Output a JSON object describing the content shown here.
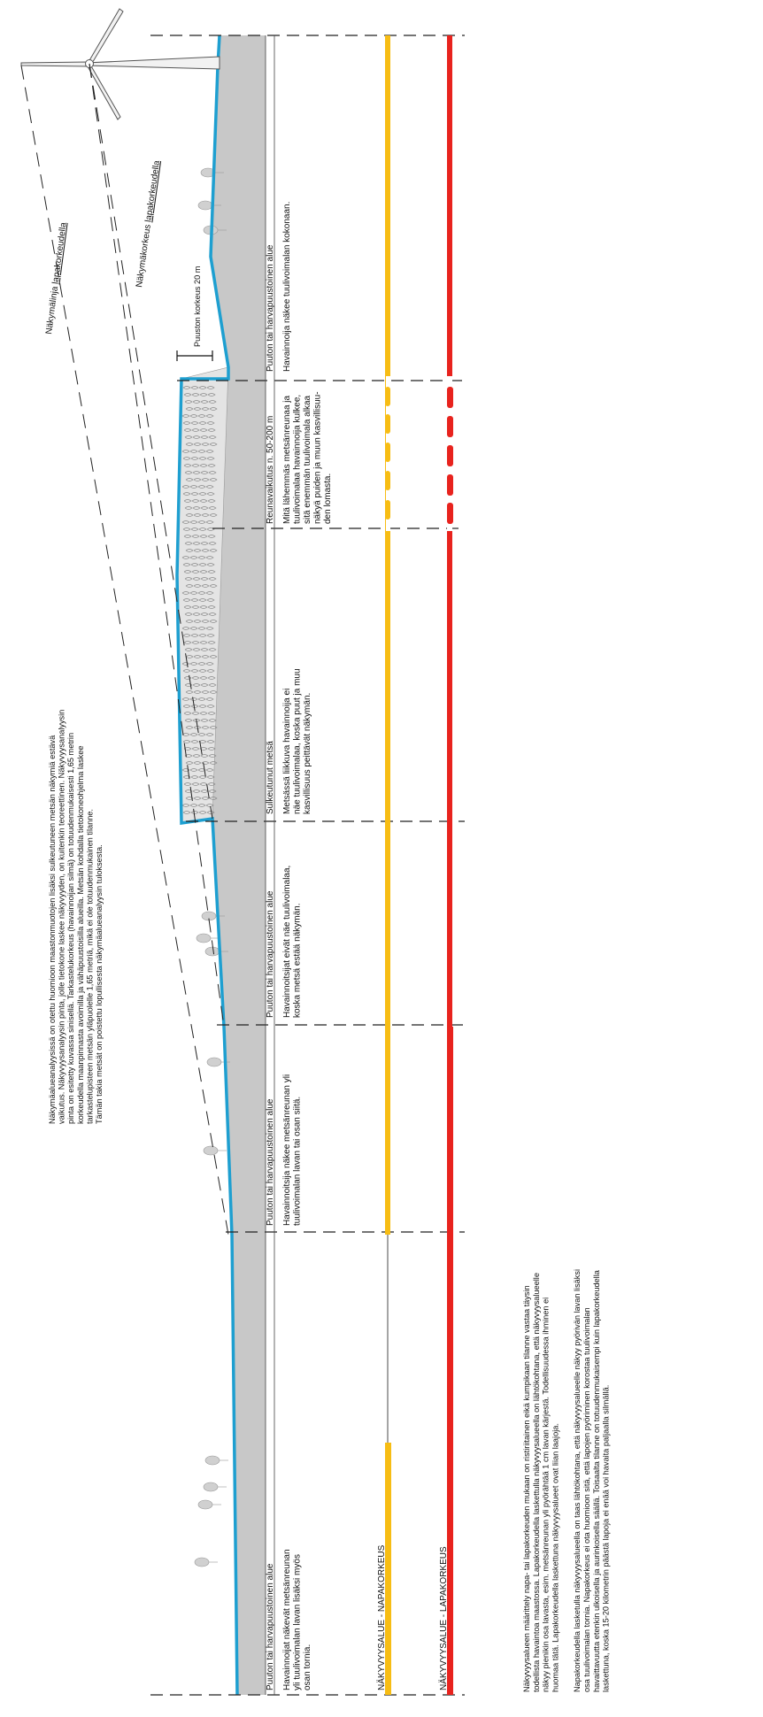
{
  "intro_text": [
    "Näkymäalueanalyysissä on otettu huomioon maastonmuotojen lisäksi sulkeutuneen metsän näkymiä estävä",
    "vaikutus. Näkyvyysanalyysin pinta, jolle tietokone laskee näkyvyyden, on kuitenkin teoreettinen. Näkyvyysanalyysin",
    "pinta on esitetty kuvassa sinisellä. Tarkastelukorkeus (havainnoijan silmä) on totuudenmukaisesti 1,65 metrin",
    "korkeudella maanpinnasta avoimilla ja vähäpuustoisilla alueilla. Metsän kohdalla tietokoneohjelma laskee",
    "tarkastelupisteen metsän yläpuolelle 1,65 metriä, mikä ei ole totuudenmukainen tilanne.",
    "Tämän takia metsät on poistettu lopullisesta näkymäalueanalyysin tuloksesta."
  ],
  "sightlines": {
    "hub_label_prefix": "Näkymälinja ",
    "hub_label_underlined": "lapakorkeudella",
    "blade_label_prefix": "Näkymäkorkeus ",
    "blade_label_underlined": "lapakorkeudella"
  },
  "tree_height_label": "Puuston korkeus 20 m",
  "zones": [
    {
      "title": "Puuton tai harvapuustoinen alue",
      "desc": [
        "Havainnoijat näkevät metsänreunan",
        "yli tuulivoimalan lavan lisäksi myös",
        "osan tornia."
      ]
    },
    {
      "title": "Puuton tai harvapuustoinen alue",
      "desc": [
        "Havainnoitsija näkee metsänreunan yli",
        "tuulivoimalan lavan tai osan siitä."
      ]
    },
    {
      "title": "Puuton tai harvapuustoinen alue",
      "desc": [
        "Havainnoitsijat eivät näe tuulivoimalaa,",
        "koska metsä estää näkymän."
      ]
    },
    {
      "title": "Sulkeutunut metsä",
      "desc": [
        "Metsässä liikkuva havainnoija ei",
        "näe tuulivoimalaa, koska puut ja muu",
        "kasvillisuus peittävät näkymän."
      ]
    },
    {
      "title": "Reunavaikutus n. 50-200 m",
      "desc": [
        "Mitä lähemmäs metsänreunaa ja",
        "tuulivoimalaa havainnoija kulkee,",
        "sitä enemmän tuulivoimala alkaa",
        "näkyä puiden ja muun kasvillisuu-",
        "den lomasta."
      ]
    },
    {
      "title": "Puuton tai harvapuustoinen alue",
      "desc": [
        "Havainnoija näkee tuulivoimalan kokonaan."
      ]
    }
  ],
  "legend": {
    "hub": "NÄKYVYYSALUE - NAPAKORKEUS",
    "blade": "NÄKYVYYSALUE - LAPAKORKEUS"
  },
  "notes": [
    [
      "Näkyvyysalueen määrittely napa- tai lapakorkeuden mukaan on ristiriitainen eikä kumpikaan tilanne vastaa täysin",
      "todellista havaintoa maastossa. Lapakorkeudella laskettulla näkyvyysalueella on lähtökohtana, että näkyvyysalueelle",
      "näkyy pienikin osa lavasta, esim. metsänreunan yli pyörähtää 1 cm lavan kärjestä. Todellisuudessa ihminen ei",
      "huomaa tätä. Lapakorkeudella laskettuna näkyvyysalueet ovat liian laajoja."
    ],
    [
      "Napakorkeudella lasketulla näkyvyysalueella on taas lähtökohtana, että näkyvyysalueelle näkyy pyörivän lavan lisäksi",
      "osa tuulivoimalan tornia. Napakorkeus ei ota huomioon sitä, että lapojen pyöriminen korostaa tuulivoimalan",
      "havaittavuutta etenkin ulkoisella ja aurinkoisella säällä. Toisaalta tilanne on totuudenmukaisempi kuin lapakorkeudella",
      "laskettuna, koska 15-20 kilometrin päästä lapoja ei enää voi havaita paljaalla silmällä."
    ]
  ],
  "colors": {
    "surface": "#1e9fd0",
    "ground": "#c8c8c8",
    "hub_visibility": "#f7bd14",
    "blade_visibility": "#e8231e",
    "line": "#222222"
  }
}
